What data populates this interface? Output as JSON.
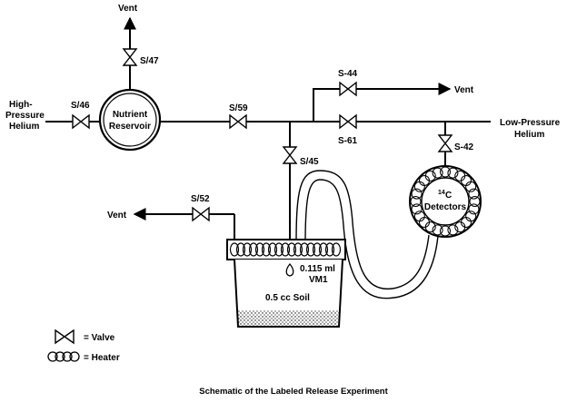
{
  "labels": {
    "vent_top": "Vent",
    "s47": "S/47",
    "high_pressure_1": "High-",
    "high_pressure_2": "Pressure",
    "high_pressure_3": "Helium",
    "s46": "S/46",
    "nutrient_1": "Nutrient",
    "nutrient_2": "Reservoir",
    "s59": "S/59",
    "s44": "S-44",
    "vent_right": "Vent",
    "low_pressure_1": "Low-Pressure",
    "low_pressure_2": "Helium",
    "s61": "S-61",
    "s42": "S-42",
    "s45": "S/45",
    "detectors_1": "14",
    "detectors_2": "C",
    "detectors_3": "Detectors",
    "s52": "S/52",
    "vent_left": "Vent",
    "volume_1": "0.115 ml",
    "volume_2": "VM1",
    "soil": "0.5 cc Soil"
  },
  "legend": {
    "valve": "= Valve",
    "heater": "= Heater"
  },
  "caption": "Schematic of the Labeled Release Experiment"
}
